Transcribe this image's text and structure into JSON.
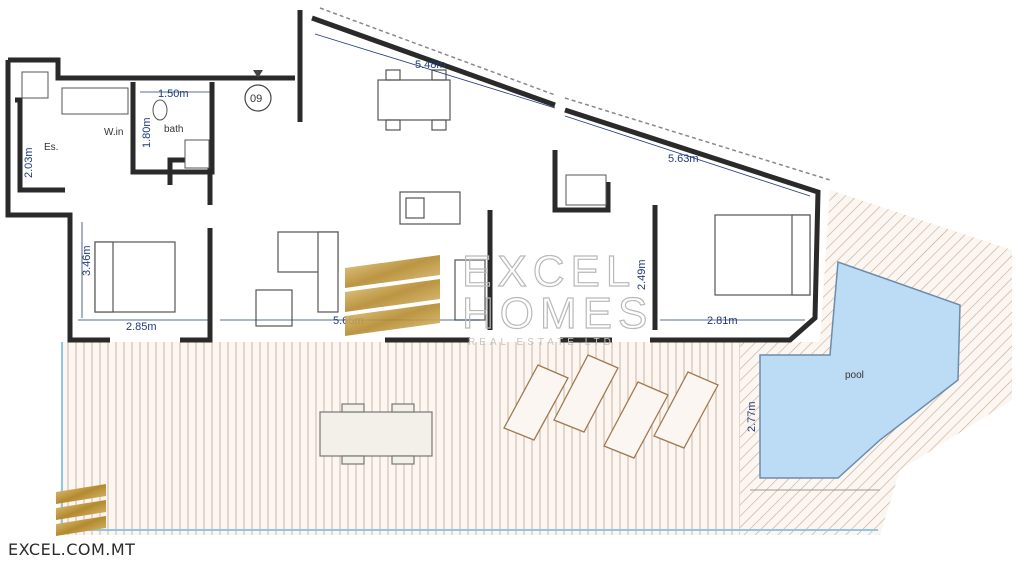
{
  "plan": {
    "unit_number": "09",
    "rooms": {
      "walk_in": "W.in",
      "bath": "bath",
      "ensuite": "Es.",
      "pool": "pool"
    },
    "dimensions": {
      "living_top": "5.48m",
      "bedroom_top": "5.63m",
      "bath_width": "1.50m",
      "bath_depth": "1.80m",
      "ensuite_depth": "2.03m",
      "bed1_depth": "3.46m",
      "bed1_width": "2.85m",
      "living_width": "5.65m",
      "bed2_width": "2.81m",
      "bed2_depth": "2.49m",
      "pool_depth": "2.77m"
    }
  },
  "watermark": {
    "line1": "EXCEL",
    "line2": "HOMES",
    "line3": "REAL ESTATE LTD"
  },
  "footer": {
    "site": "EXCEL.COM.MT"
  },
  "colors": {
    "wall": "#2a2a2a",
    "dimension": "#1f3b7a",
    "pool": "#bcdcf6",
    "deck": "#c9a98a",
    "gold": "#c8a24a"
  }
}
